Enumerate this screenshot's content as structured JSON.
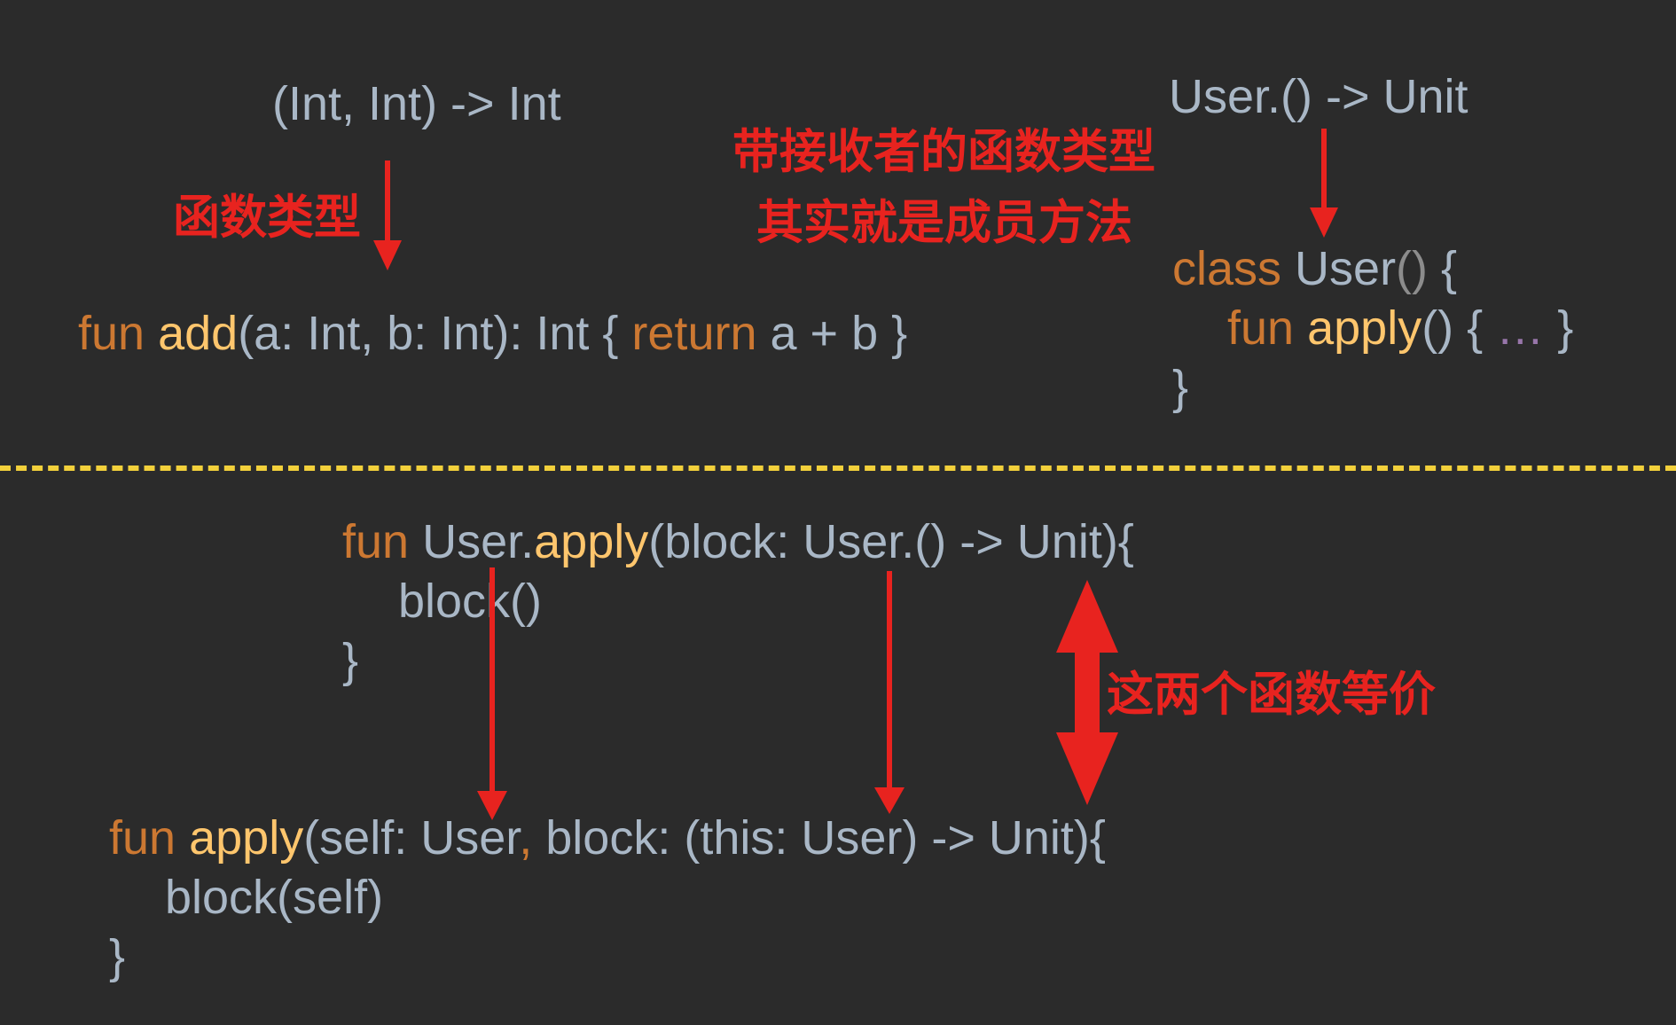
{
  "top_left": {
    "signature": "(Int, Int) -> Int",
    "label": "函数类型",
    "code": {
      "kw_fun": "fun",
      "fname": "add",
      "params": "(a: Int, b: Int): Int { ",
      "kw_return": "return",
      "body": " a + b }"
    }
  },
  "top_middle": {
    "line1": "带接收者的函数类型",
    "line2": "其实就是成员方法"
  },
  "top_right": {
    "signature": "User.() -> Unit",
    "class_line": {
      "kw_class": "class",
      "name": " User",
      "parens": "()",
      "brace": " {"
    },
    "method_line": {
      "kw_fun": "fun",
      "fname": "apply",
      "sig": "() { ",
      "ellipsis": "…",
      "close": " }"
    },
    "close_brace": "}"
  },
  "bottom_upper": {
    "line1": {
      "kw_fun": "fun",
      "receiver": " User.",
      "fname": "apply",
      "params": "(block: User.() -> Unit){"
    },
    "line2": "block()",
    "line3": "}"
  },
  "bottom_lower": {
    "line1": {
      "kw_fun": "fun",
      "fname": "apply",
      "params_a": "(self: User",
      "comma": ",",
      "params_b": " block: (this: User) -> Unit){"
    },
    "line2": "block(self)",
    "line3": "}"
  },
  "equivalence_label": "这两个函数等价",
  "colors": {
    "background": "#2b2b2b",
    "text": "#a9b7c6",
    "keyword": "#cc7832",
    "function": "#ffc66d",
    "annotation": "#e8231f",
    "divider": "#f2d03b"
  }
}
